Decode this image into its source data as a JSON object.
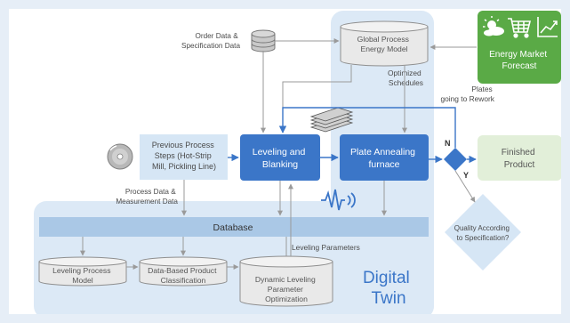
{
  "nodes": {
    "order_data_label": [
      "Order Data &",
      "Specification Data"
    ],
    "global_model": [
      "Global Process",
      "Energy Model"
    ],
    "optimized_schedules": [
      "Optimized",
      "Schedules"
    ],
    "energy_market": [
      "Energy Market",
      "Forecast"
    ],
    "plates_rework": [
      "Plates",
      "going to Rework"
    ],
    "previous_steps": [
      "Previous Process",
      "Steps (Hot-Strip",
      "Mill, Pickling Line)"
    ],
    "leveling_blanking": [
      "Leveling and",
      "Blanking"
    ],
    "plate_annealing": [
      "Plate Annealing",
      "furnace"
    ],
    "decision_no": "N",
    "decision_yes": "Y",
    "finished_product": [
      "Finished",
      "Product"
    ],
    "process_data_label": [
      "Process Data &",
      "Measurement Data"
    ],
    "database": "Database",
    "leveling_parameters": "Leveling Parameters",
    "leveling_process_model": [
      "Leveling Process",
      "Model"
    ],
    "data_based_classification": [
      "Data-Based Product",
      "Classification"
    ],
    "dynamic_leveling": [
      "Dynamic Leveling",
      "Parameter",
      "Optimization"
    ],
    "digital_twin": [
      "Digital",
      "Twin"
    ],
    "quality_check": [
      "Quality According",
      "to Specification?"
    ]
  },
  "colors": {
    "frame": "#e6eef7",
    "twin_region": "#dce9f6",
    "process_blue": "#3b76c8",
    "light_box": "#d6e6f5",
    "database_bar": "#aac8e6",
    "green_dark": "#5aaa46",
    "green_light": "#e2efd9",
    "cylinder": "#e9e9e9",
    "arrow_grey": "#9a9a9a",
    "arrow_blue": "#3b76c8",
    "twin_text": "#3b76c8",
    "decision_light": "#d6e6f5"
  },
  "icons": [
    "sun-cloud-icon",
    "shopping-cart-icon",
    "line-chart-icon",
    "cd-disc-icon",
    "sensor-wave-icon",
    "database-cylinder-icon",
    "plates-stack-icon"
  ]
}
